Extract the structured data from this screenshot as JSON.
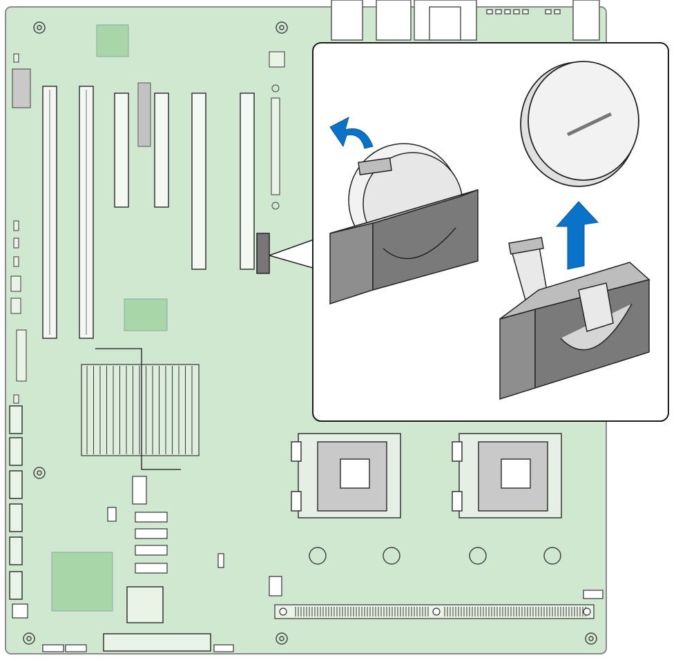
{
  "figure": {
    "kind": "motherboard battery replacement illustration",
    "text_labels": []
  },
  "colors": {
    "board_fill": "#cfe8cf",
    "board_outline": "#8a8a8a",
    "chip_fill": "#a8d6a8",
    "slot_fill": "#e9f3e6",
    "battery_holder": "#8e8e8e",
    "battery_holder_top": "#bdbdbd",
    "coin_cell": "#f2f2f2",
    "arrow_blue": "#0a73c8",
    "callout_border": "#1a1a1a",
    "heatsink_fill": "#ddeedd"
  },
  "callout": {
    "step_1": "rotate-battery-out",
    "step_2": "lift-battery-up"
  },
  "icons": [
    "curved-arrow-icon",
    "up-arrow-icon"
  ]
}
